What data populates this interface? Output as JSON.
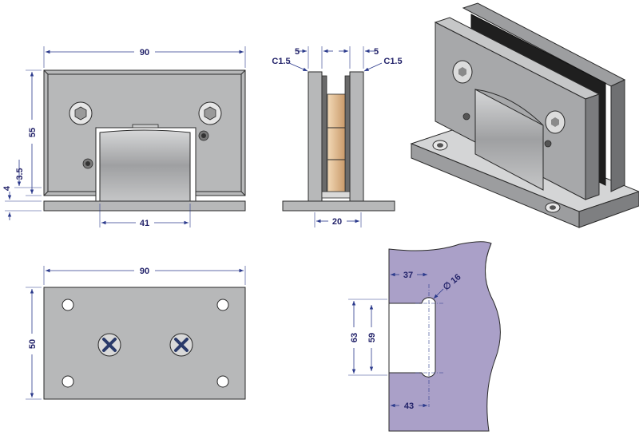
{
  "front_view": {
    "width_label": "90",
    "height_label": "55",
    "offset_label": "3.5",
    "plate_label": "4",
    "leaf_label": "41"
  },
  "side_view": {
    "glass_left_label": "5",
    "glass_right_label": "5",
    "chamfer_left_label": "C1.5",
    "chamfer_right_label": "C1.5",
    "gap_label": "20"
  },
  "base_view": {
    "width_label": "90",
    "height_label": "50"
  },
  "cutout_view": {
    "top_offset_label": "37",
    "diameter_label": "∅ 16",
    "outer_height_label": "63",
    "inner_height_label": "59",
    "bottom_offset_label": "43"
  },
  "colors": {
    "dimension": "#23236a",
    "steel": "#b7b8b9",
    "wall": "#aaa0c8",
    "glass": "#2b2b2b",
    "brass": "#e8c49a"
  }
}
